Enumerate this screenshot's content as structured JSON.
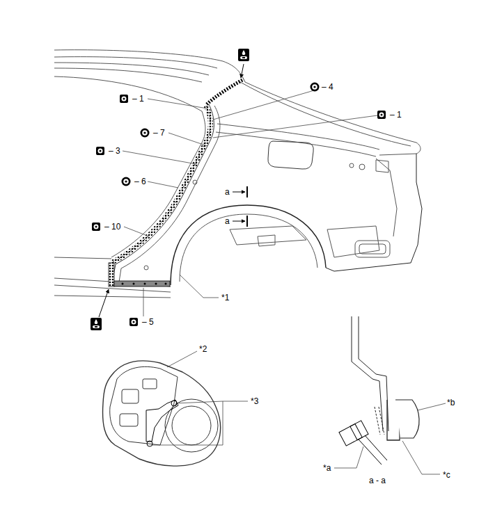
{
  "diagram": {
    "labels": [
      "– 4",
      "– 1",
      "– 1",
      "– 7",
      "– 3",
      "– 6",
      "a",
      "a",
      "– 10",
      "*1",
      "– 5",
      "*2",
      "*3",
      "*b",
      "*a",
      "a - a",
      "*c"
    ]
  }
}
